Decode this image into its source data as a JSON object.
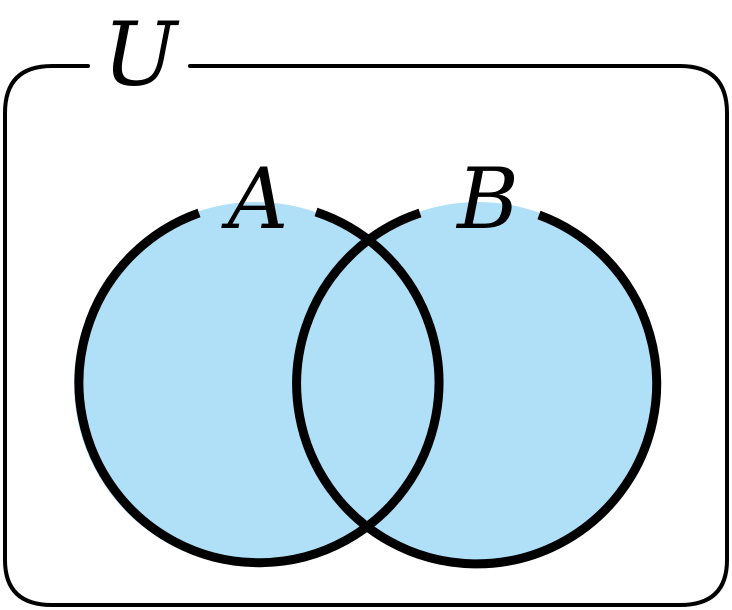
{
  "diagram": {
    "type": "venn",
    "universe_label": "U",
    "sets": [
      {
        "name": "A"
      },
      {
        "name": "B"
      }
    ],
    "shaded_region": "A ∪ B",
    "colors": {
      "fill": "#b0e0f8",
      "stroke": "#000000",
      "background": "#ffffff"
    }
  }
}
